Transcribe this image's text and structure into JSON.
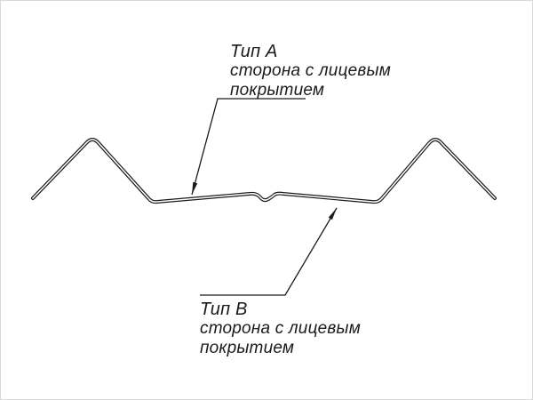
{
  "colors": {
    "line": "#1a1a1a",
    "background": "#ffffff"
  },
  "labels": {
    "type_a": {
      "title": "Тип А",
      "line1": "сторона с лицевым",
      "line2": "покрытием"
    },
    "type_b": {
      "title": "Тип В",
      "line1": "сторона с лицевым",
      "line2": "покрытием"
    }
  }
}
